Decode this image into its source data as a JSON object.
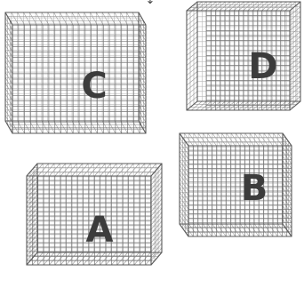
{
  "cages": [
    {
      "id": "C",
      "label": "C"
    },
    {
      "id": "D",
      "label": "D"
    },
    {
      "id": "A",
      "label": "A"
    },
    {
      "id": "B",
      "label": "B"
    }
  ],
  "top_marker": {
    "glyph": "↕"
  }
}
